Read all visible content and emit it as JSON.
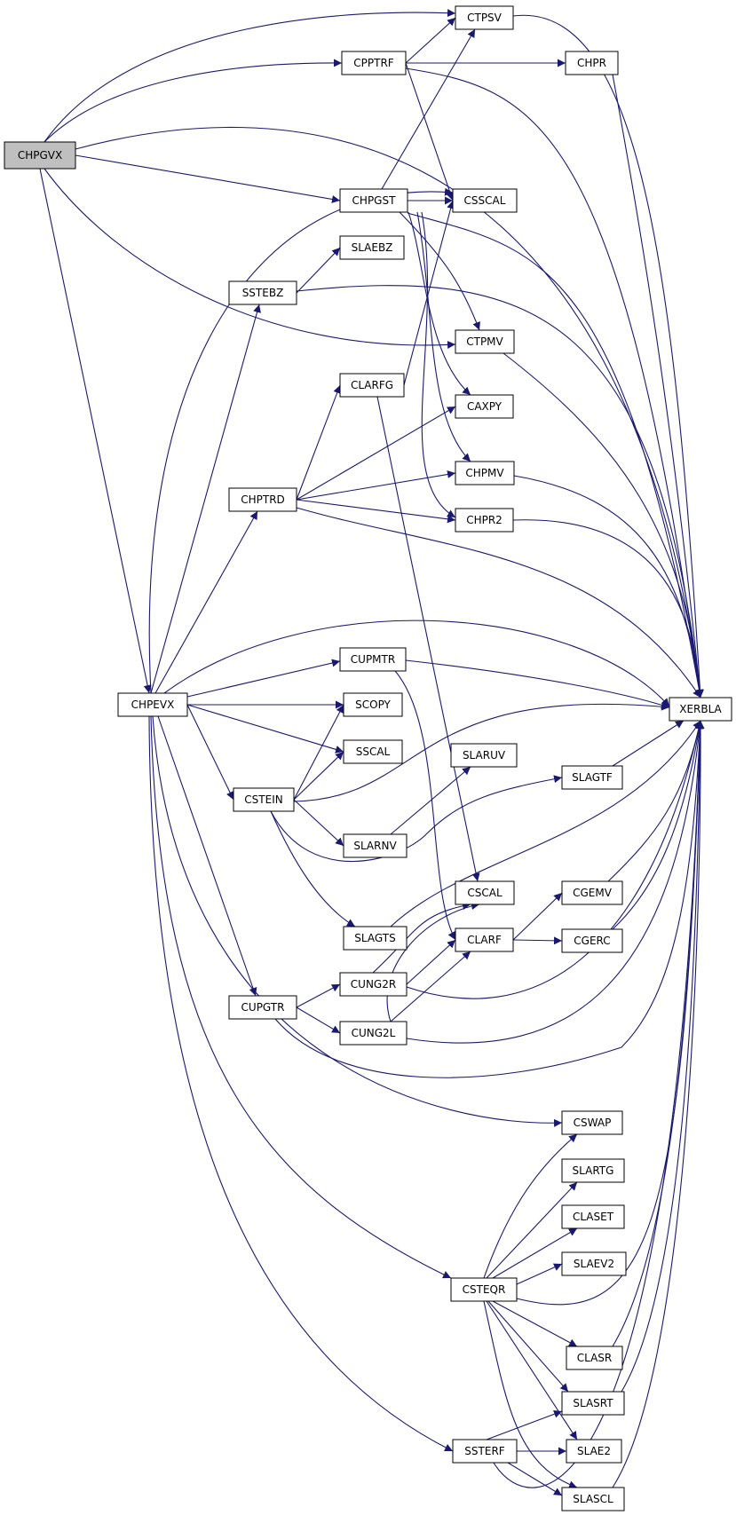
{
  "graph": {
    "root": "CHPGVX",
    "nodes": [
      {
        "id": "CHPGVX",
        "label": "CHPGVX",
        "root": true
      },
      {
        "id": "CTPSV",
        "label": "CTPSV"
      },
      {
        "id": "CPPTRF",
        "label": "CPPTRF"
      },
      {
        "id": "CHPR",
        "label": "CHPR"
      },
      {
        "id": "CHPGST",
        "label": "CHPGST"
      },
      {
        "id": "CSSCAL",
        "label": "CSSCAL"
      },
      {
        "id": "SLAEBZ",
        "label": "SLAEBZ"
      },
      {
        "id": "SSTEBZ",
        "label": "SSTEBZ"
      },
      {
        "id": "CTPMV",
        "label": "CTPMV"
      },
      {
        "id": "CLARFG",
        "label": "CLARFG"
      },
      {
        "id": "CAXPY",
        "label": "CAXPY"
      },
      {
        "id": "CHPTRD",
        "label": "CHPTRD"
      },
      {
        "id": "CHPMV",
        "label": "CHPMV"
      },
      {
        "id": "CHPR2",
        "label": "CHPR2"
      },
      {
        "id": "CUPMTR",
        "label": "CUPMTR"
      },
      {
        "id": "CHPEVX",
        "label": "CHPEVX"
      },
      {
        "id": "SCOPY",
        "label": "SCOPY"
      },
      {
        "id": "XERBLA",
        "label": "XERBLA"
      },
      {
        "id": "SSCAL",
        "label": "SSCAL"
      },
      {
        "id": "SLARUV",
        "label": "SLARUV"
      },
      {
        "id": "SLAGTF",
        "label": "SLAGTF"
      },
      {
        "id": "CSTEIN",
        "label": "CSTEIN"
      },
      {
        "id": "SLARNV",
        "label": "SLARNV"
      },
      {
        "id": "CSCAL",
        "label": "CSCAL"
      },
      {
        "id": "CGEMV",
        "label": "CGEMV"
      },
      {
        "id": "SLAGTS",
        "label": "SLAGTS"
      },
      {
        "id": "CLARF",
        "label": "CLARF"
      },
      {
        "id": "CGERC",
        "label": "CGERC"
      },
      {
        "id": "CUNG2R",
        "label": "CUNG2R"
      },
      {
        "id": "CUPGTR",
        "label": "CUPGTR"
      },
      {
        "id": "CUNG2L",
        "label": "CUNG2L"
      },
      {
        "id": "CSWAP",
        "label": "CSWAP"
      },
      {
        "id": "SLARTG",
        "label": "SLARTG"
      },
      {
        "id": "CLASET",
        "label": "CLASET"
      },
      {
        "id": "SLAEV2",
        "label": "SLAEV2"
      },
      {
        "id": "CSTEQR",
        "label": "CSTEQR"
      },
      {
        "id": "CLASR",
        "label": "CLASR"
      },
      {
        "id": "SLASRT",
        "label": "SLASRT"
      },
      {
        "id": "SSTERF",
        "label": "SSTERF"
      },
      {
        "id": "SLAE2",
        "label": "SLAE2"
      },
      {
        "id": "SLASCL",
        "label": "SLASCL"
      }
    ],
    "edges": [
      [
        "CHPGVX",
        "CTPSV"
      ],
      [
        "CHPGVX",
        "CPPTRF"
      ],
      [
        "CHPGVX",
        "XERBLA"
      ],
      [
        "CHPGVX",
        "CHPGST"
      ],
      [
        "CHPGVX",
        "CTPMV"
      ],
      [
        "CHPGVX",
        "CHPEVX"
      ],
      [
        "CPPTRF",
        "CTPSV"
      ],
      [
        "CPPTRF",
        "CHPR"
      ],
      [
        "CPPTRF",
        "CSSCAL"
      ],
      [
        "CPPTRF",
        "XERBLA"
      ],
      [
        "CTPSV",
        "XERBLA"
      ],
      [
        "CHPR",
        "XERBLA"
      ],
      [
        "CHPGST",
        "CTPSV"
      ],
      [
        "CHPGST",
        "CSSCAL"
      ],
      [
        "CHPGST",
        "XERBLA"
      ],
      [
        "CHPGST",
        "CTPMV"
      ],
      [
        "CHPGST",
        "CAXPY"
      ],
      [
        "CHPGST",
        "CHPMV"
      ],
      [
        "CHPGST",
        "CHPR2"
      ],
      [
        "SSTEBZ",
        "SLAEBZ"
      ],
      [
        "SSTEBZ",
        "XERBLA"
      ],
      [
        "CTPMV",
        "XERBLA"
      ],
      [
        "CLARFG",
        "CSSCAL"
      ],
      [
        "CLARFG",
        "CSCAL"
      ],
      [
        "CHPTRD",
        "CLARFG"
      ],
      [
        "CHPTRD",
        "CAXPY"
      ],
      [
        "CHPTRD",
        "CHPMV"
      ],
      [
        "CHPTRD",
        "CHPR2"
      ],
      [
        "CHPTRD",
        "XERBLA"
      ],
      [
        "CHPMV",
        "XERBLA"
      ],
      [
        "CHPR2",
        "XERBLA"
      ],
      [
        "CUPMTR",
        "XERBLA"
      ],
      [
        "CUPMTR",
        "CLARF"
      ],
      [
        "CHPEVX",
        "CSSCAL"
      ],
      [
        "CHPEVX",
        "SSTEBZ"
      ],
      [
        "CHPEVX",
        "CHPTRD"
      ],
      [
        "CHPEVX",
        "XERBLA"
      ],
      [
        "CHPEVX",
        "CUPMTR"
      ],
      [
        "CHPEVX",
        "SCOPY"
      ],
      [
        "CHPEVX",
        "SSCAL"
      ],
      [
        "CHPEVX",
        "CSTEIN"
      ],
      [
        "CHPEVX",
        "CUPGTR"
      ],
      [
        "CHPEVX",
        "CSWAP"
      ],
      [
        "CHPEVX",
        "CSTEQR"
      ],
      [
        "CHPEVX",
        "SSTERF"
      ],
      [
        "CSTEIN",
        "SCOPY"
      ],
      [
        "CSTEIN",
        "SSCAL"
      ],
      [
        "CSTEIN",
        "XERBLA"
      ],
      [
        "CSTEIN",
        "SLARNV"
      ],
      [
        "CSTEIN",
        "SLAGTF"
      ],
      [
        "CSTEIN",
        "SLAGTS"
      ],
      [
        "SLARNV",
        "SLARUV"
      ],
      [
        "SLAGTF",
        "XERBLA"
      ],
      [
        "SLAGTS",
        "XERBLA"
      ],
      [
        "CLARF",
        "CGEMV"
      ],
      [
        "CLARF",
        "CGERC"
      ],
      [
        "CGEMV",
        "XERBLA"
      ],
      [
        "CGERC",
        "XERBLA"
      ],
      [
        "CUNG2R",
        "CSCAL"
      ],
      [
        "CUNG2R",
        "CLARF"
      ],
      [
        "CUNG2R",
        "XERBLA"
      ],
      [
        "CUNG2L",
        "CSCAL"
      ],
      [
        "CUNG2L",
        "CLARF"
      ],
      [
        "CUNG2L",
        "XERBLA"
      ],
      [
        "CUPGTR",
        "CUNG2R"
      ],
      [
        "CUPGTR",
        "CUNG2L"
      ],
      [
        "CUPGTR",
        "XERBLA"
      ],
      [
        "CSTEQR",
        "CSWAP"
      ],
      [
        "CSTEQR",
        "SLARTG"
      ],
      [
        "CSTEQR",
        "CLASET"
      ],
      [
        "CSTEQR",
        "SLAEV2"
      ],
      [
        "CSTEQR",
        "XERBLA"
      ],
      [
        "CSTEQR",
        "CLASR"
      ],
      [
        "CSTEQR",
        "SLASRT"
      ],
      [
        "CSTEQR",
        "SLAE2"
      ],
      [
        "CSTEQR",
        "SLASCL"
      ],
      [
        "CLASR",
        "XERBLA"
      ],
      [
        "SLASRT",
        "XERBLA"
      ],
      [
        "SLASCL",
        "XERBLA"
      ],
      [
        "SSTERF",
        "SLASRT"
      ],
      [
        "SSTERF",
        "SLAE2"
      ],
      [
        "SSTERF",
        "SLASCL"
      ],
      [
        "SSTERF",
        "XERBLA"
      ]
    ],
    "colors": {
      "edge": "#191970",
      "node_fill": "#ffffff",
      "root_fill": "#bfbfbf",
      "node_stroke": "#000000"
    }
  }
}
